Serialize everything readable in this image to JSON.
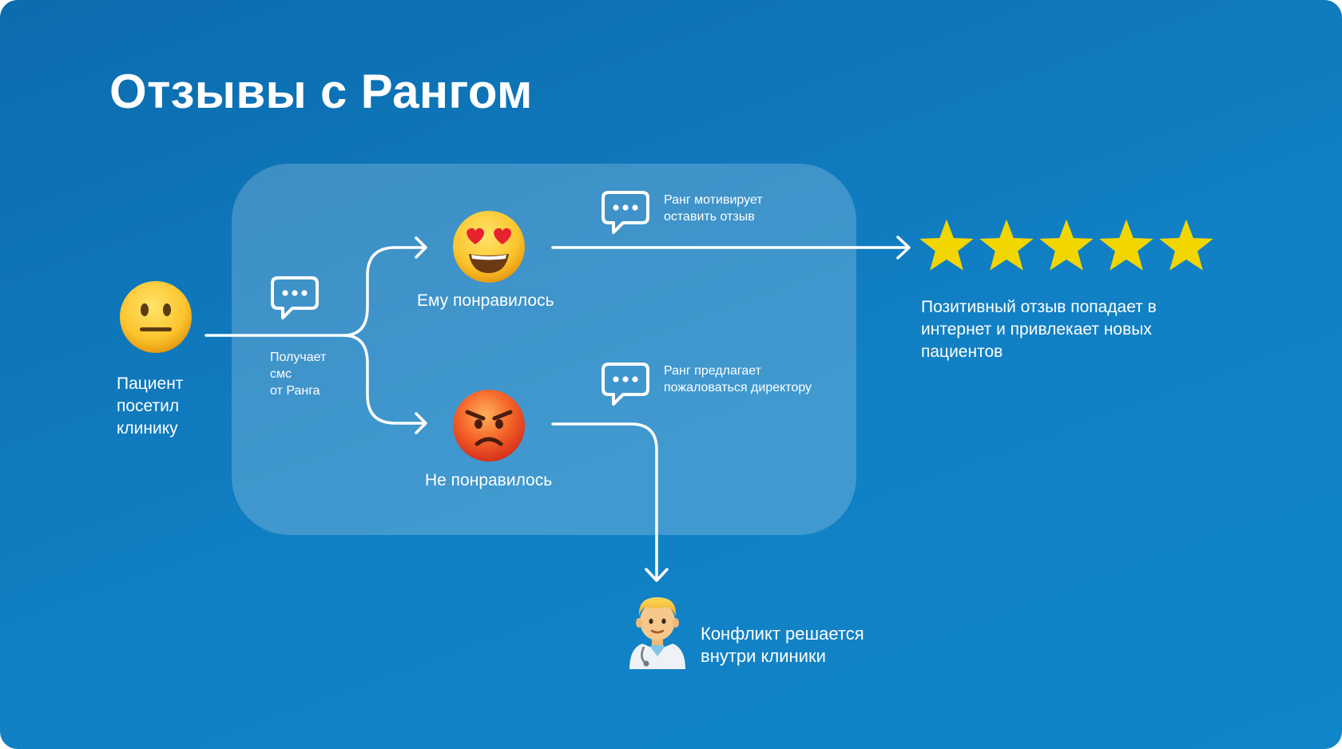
{
  "title": "Отзывы с Рангом",
  "patient": {
    "label": "Пациент\nпосетил\nклинику",
    "icon": "neutral-face-icon"
  },
  "sms": {
    "label": "Получает\nсмс\nот Ранга",
    "icon": "speech-bubble-icon"
  },
  "liked": {
    "label": "Ему понравилось",
    "icon": "heart-eyes-face-icon",
    "bubble_text": "Ранг мотивирует\nоставить отзыв",
    "bubble_icon": "speech-bubble-icon"
  },
  "disliked": {
    "label": "Не понравилось",
    "icon": "angry-face-icon",
    "bubble_text": "Ранг предлагает\nпожаловаться директору",
    "bubble_icon": "speech-bubble-icon"
  },
  "stars": {
    "rating": 5,
    "max": 5,
    "color": "#f2d600",
    "icon": "star-icon"
  },
  "positive_outcome": "Позитивный отзыв попадает в\nинтернет и привлекает новых\nпациентов",
  "negative_outcome": {
    "label": "Конфликт решается\nвнутри клиники",
    "icon": "doctor-icon"
  },
  "colors": {
    "background": "#0f7ac0",
    "panel": "rgba(255,255,255,0.2)",
    "line": "#ffffff"
  }
}
